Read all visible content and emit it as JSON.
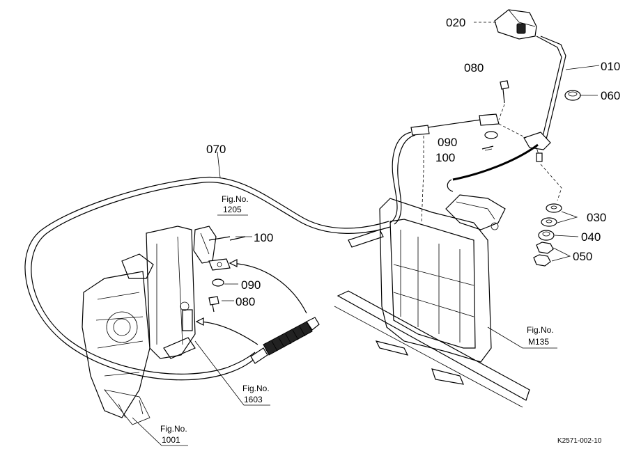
{
  "parts": {
    "p010": "010",
    "p020": "020",
    "p030": "030",
    "p040": "040",
    "p050": "050",
    "p060": "060",
    "p070": "070",
    "p080_top": "080",
    "p090_top": "090",
    "p100_top": "100",
    "p100_left": "100",
    "p090_left": "090",
    "p080_left": "080"
  },
  "figures": {
    "fig_1205": {
      "line1": "Fig.No.",
      "line2": "1205"
    },
    "fig_1603": {
      "line1": "Fig.No.",
      "line2": "1603"
    },
    "fig_1001": {
      "line1": "Fig.No.",
      "line2": "1001"
    },
    "fig_m135": {
      "line1": "Fig.No.",
      "line2": "M135"
    }
  },
  "drawing_code": "K2571-002-10"
}
